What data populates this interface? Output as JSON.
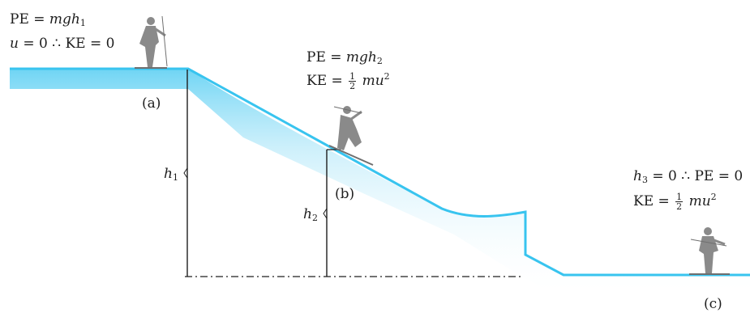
{
  "labels": {
    "a": {
      "pe_prefix": "PE = ",
      "pe_var": "mgh",
      "pe_sub": "1",
      "u_var": "u",
      "ke_line": " = 0 ∴ KE = 0"
    },
    "b": {
      "pe_prefix": "PE = ",
      "pe_var": "mgh",
      "pe_sub": "2",
      "ke_prefix": "KE = ",
      "frac_num": "1",
      "frac_den": "2",
      "mu": "mu",
      "exp": "2"
    },
    "c": {
      "h_var": "h",
      "h_sub": "3",
      "pe_line": " = 0 ∴ PE = 0",
      "ke_prefix": "KE = ",
      "frac_num": "1",
      "frac_den": "2",
      "mu": "mu",
      "exp": "2"
    },
    "point_a": "(a)",
    "point_b": "(b)",
    "point_c": "(c)",
    "h1_var": "h",
    "h1_sub": "1",
    "h2_var": "h",
    "h2_sub": "2"
  },
  "colors": {
    "snow_edge": "#38c4ef",
    "snow_fill": "#9fe2f7",
    "skier": "#8a8a8a",
    "line": "#1e1e1e"
  }
}
